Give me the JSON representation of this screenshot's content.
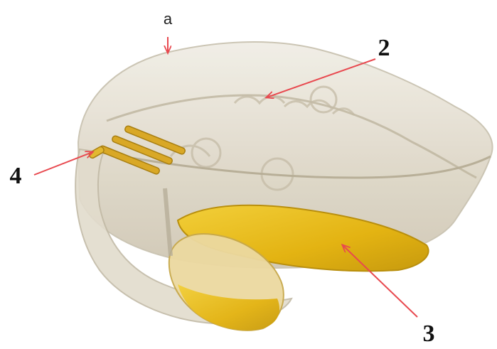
{
  "labels": {
    "a": "a",
    "two": "2",
    "three": "3",
    "four": "4"
  },
  "colors": {
    "arrow": "#e8494f",
    "resin": "#e6e2d6",
    "resin_edge": "#c9c2b0",
    "yellow": "#e7b818",
    "yellow_dark": "#b98f0d",
    "tube": "#d9a826",
    "text": "#111111"
  },
  "icons": {
    "arrow": "arrow-icon"
  }
}
